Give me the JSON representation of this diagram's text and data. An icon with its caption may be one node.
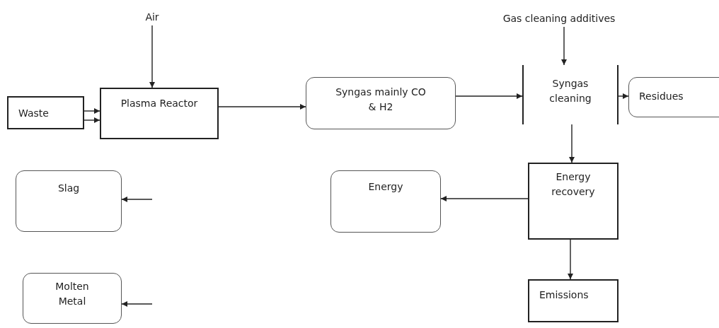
{
  "diagram": {
    "nodes": [
      {
        "text": [
          "Air"
        ]
      },
      {
        "text": [
          "Gas cleaning additives"
        ]
      },
      {
        "text": [
          "Waste"
        ]
      },
      {
        "text": [
          "Plasma Reactor"
        ]
      },
      {
        "text": [
          "Syngas mainly CO & H2"
        ]
      },
      {
        "text": [
          "Syngas cleaning"
        ]
      },
      {
        "text": [
          "Residues"
        ]
      },
      {
        "text": [
          "Slag"
        ]
      },
      {
        "text": [
          "Energy"
        ]
      },
      {
        "text": [
          "Energy recovery"
        ]
      },
      {
        "text": [
          "Molten Metal"
        ]
      },
      {
        "text": [
          "Emissions"
        ]
      }
    ],
    "edges": [
      {
        "from": 0,
        "to": 3,
        "arrow": "to"
      },
      {
        "from": 2,
        "to": 3,
        "arrow": "to"
      },
      {
        "from": 2,
        "to": 3,
        "arrow": "to"
      },
      {
        "from": 3,
        "to": 4,
        "arrow": "to"
      },
      {
        "from": 4,
        "to": 5,
        "arrow": "to"
      },
      {
        "from": 1,
        "to": 5,
        "arrow": "to"
      },
      {
        "from": 5,
        "to": 6,
        "arrow": "to"
      },
      {
        "from": 5,
        "to": 9,
        "arrow": "to"
      },
      {
        "from": 9,
        "to": 8,
        "arrow": "to"
      },
      {
        "from": 9,
        "to": 11,
        "arrow": "to"
      },
      {
        "from": null,
        "to": 7,
        "arrow": "to"
      },
      {
        "from": null,
        "to": 10,
        "arrow": "to"
      }
    ]
  }
}
